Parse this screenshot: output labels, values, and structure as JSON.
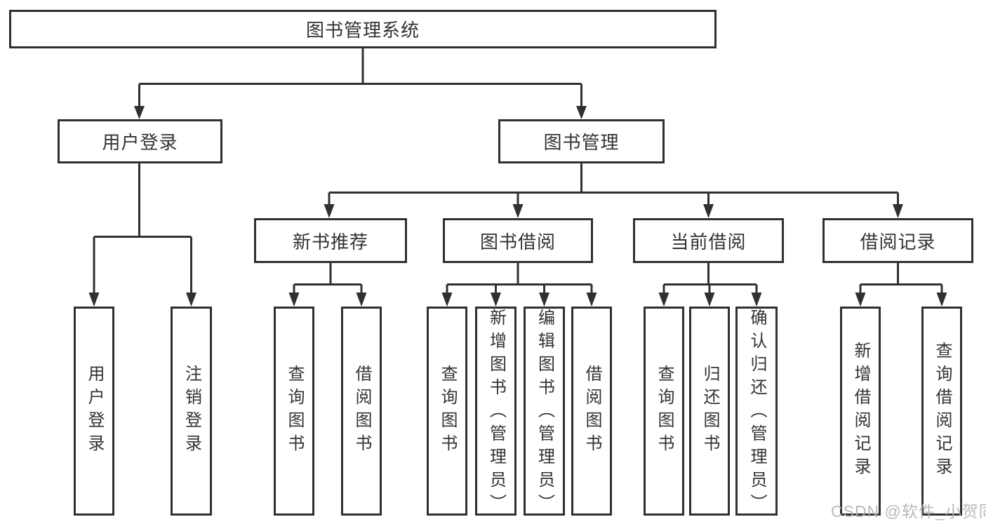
{
  "diagram": {
    "title": "图书管理系统",
    "type": "hierarchy-tree",
    "tree": {
      "root": "图书管理系统",
      "branches": [
        {
          "label": "用户登录",
          "leaves": [
            "用户登录",
            "注销登录"
          ]
        },
        {
          "label": "图书管理",
          "groups": [
            {
              "label": "新书推荐",
              "leaves": [
                "查询图书",
                "借阅图书"
              ]
            },
            {
              "label": "图书借阅",
              "leaves": [
                "查询图书",
                "新增图书（管理员）",
                "编辑图书（管理员）",
                "借阅图书"
              ]
            },
            {
              "label": "当前借阅",
              "leaves": [
                "查询图书",
                "归还图书",
                "确认归还（管理员）"
              ]
            },
            {
              "label": "借阅记录",
              "leaves": [
                "新增借阅记录",
                "查询借阅记录"
              ]
            }
          ]
        }
      ]
    },
    "colors": {
      "line": "#303030",
      "text": "#333333",
      "background": "#ffffff",
      "watermark": "#b3b3b3"
    }
  },
  "watermark": "CSDN @软件_小贺同学"
}
